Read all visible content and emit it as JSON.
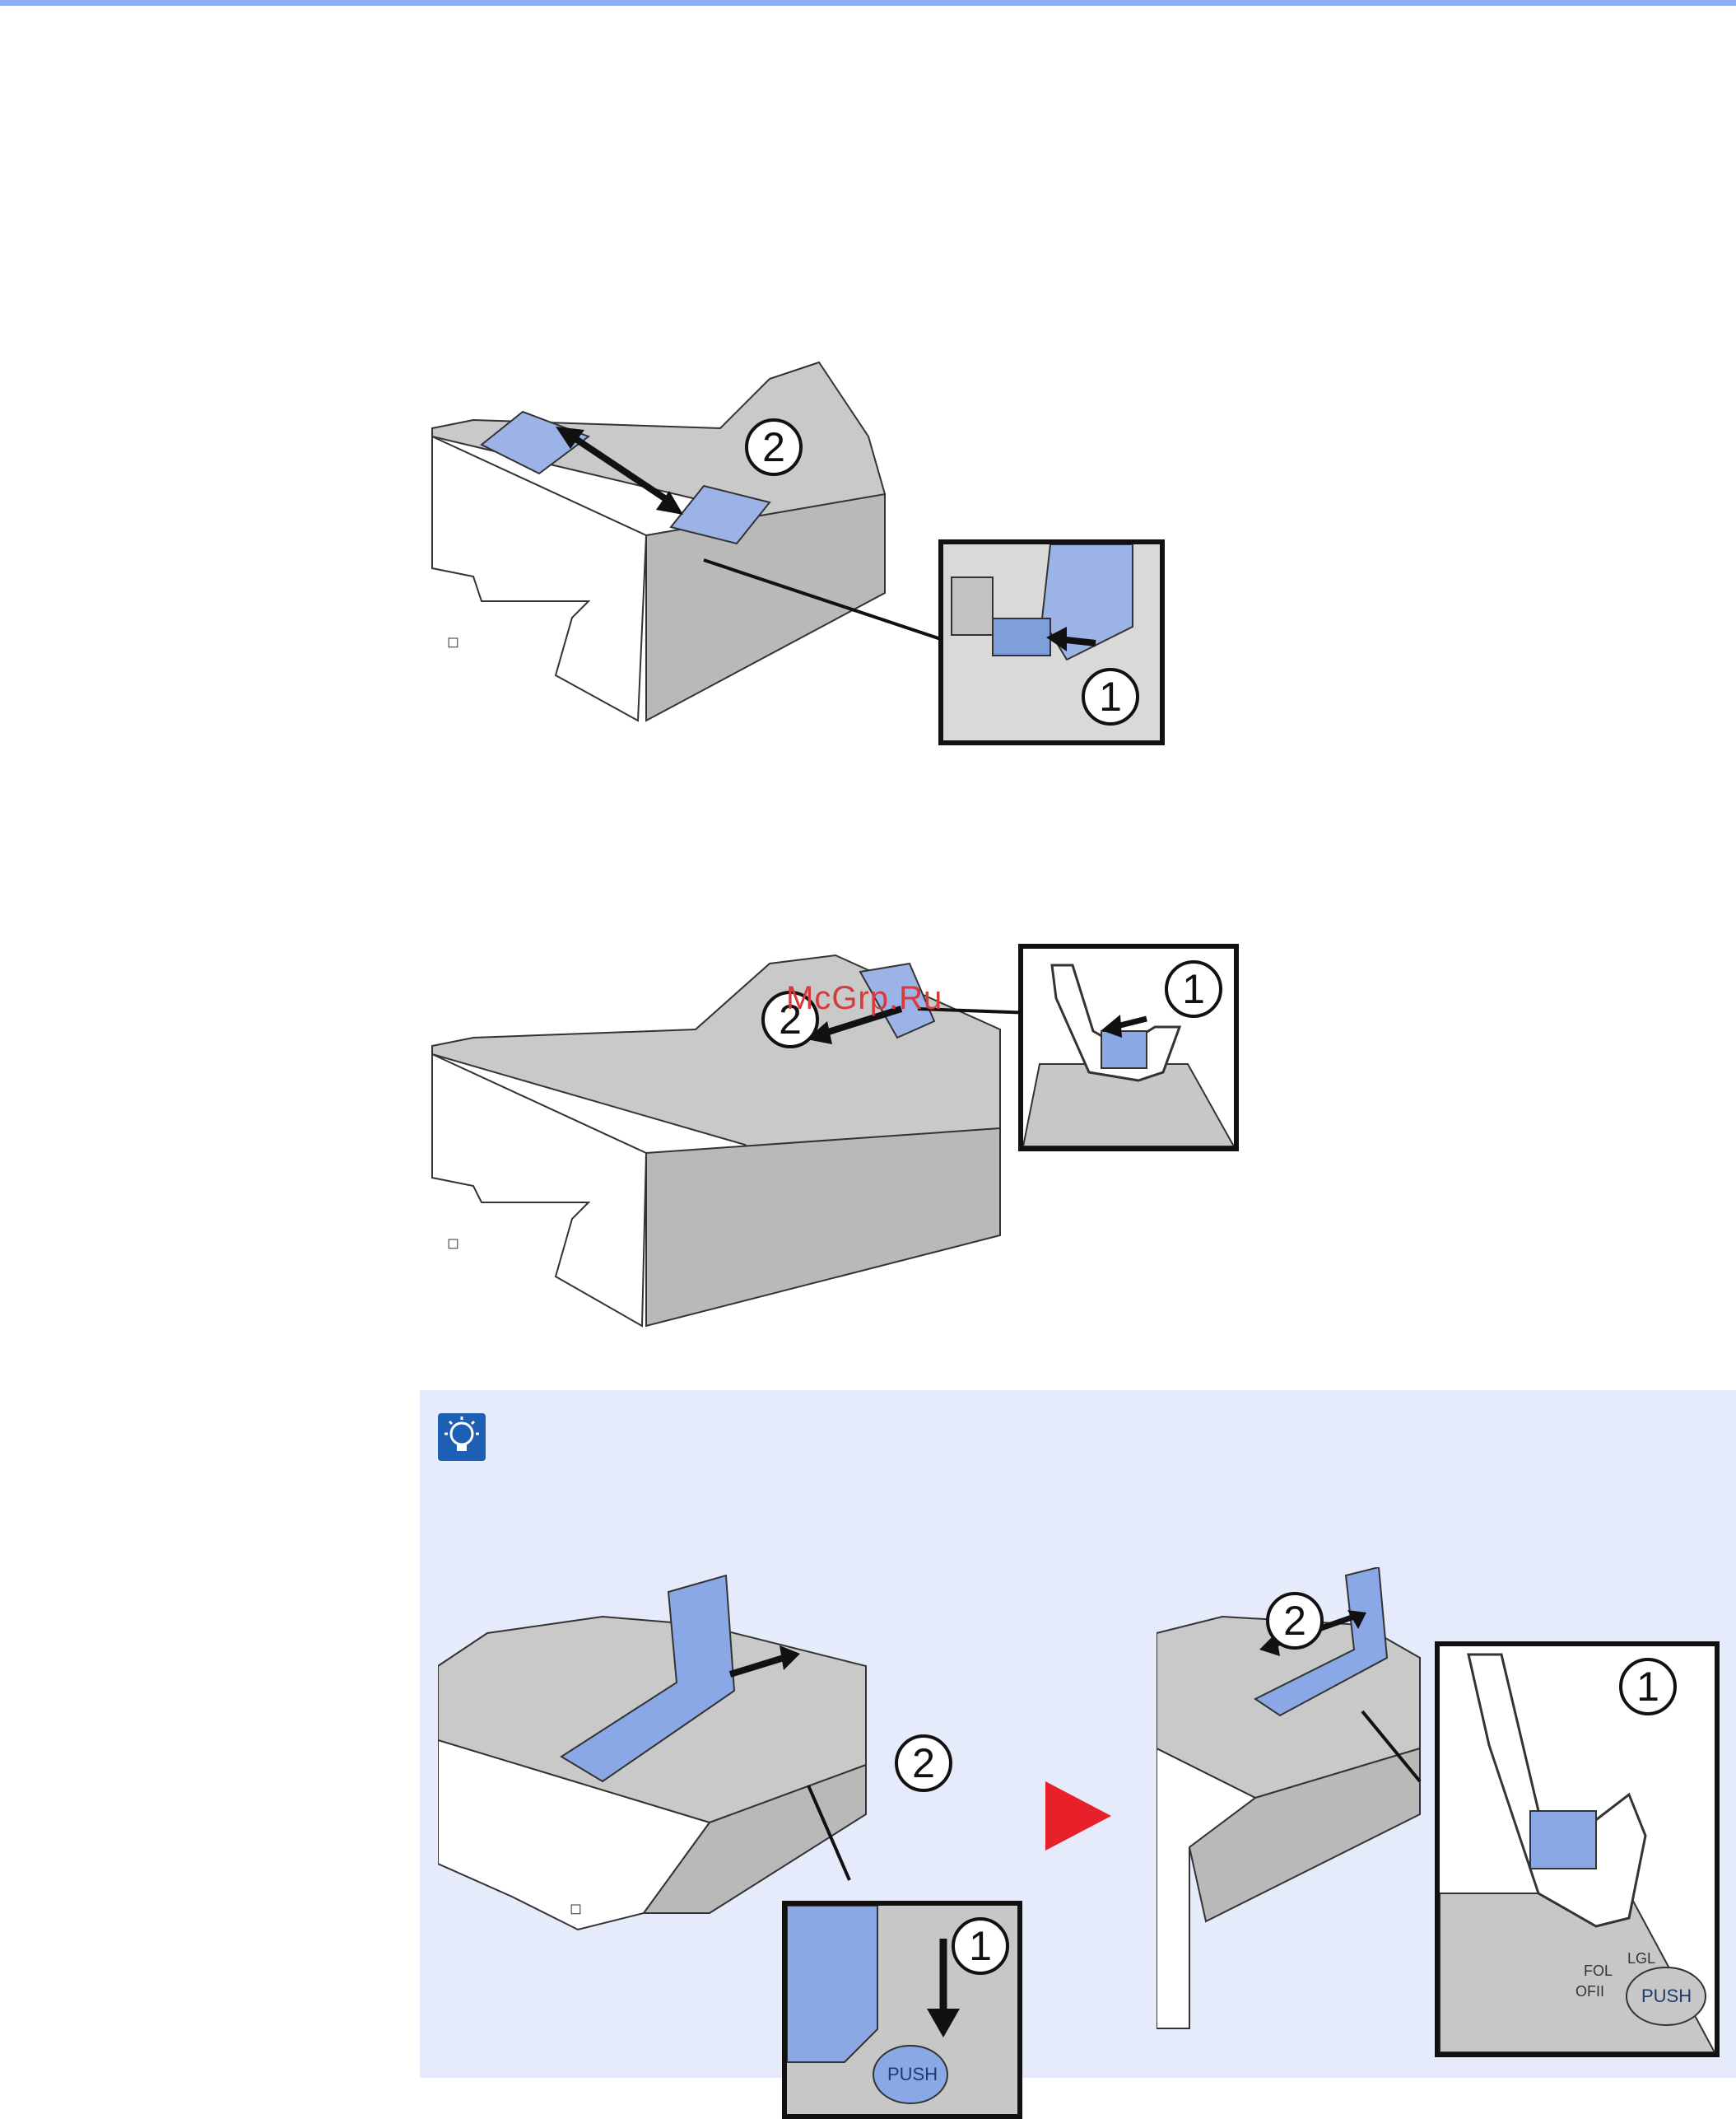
{
  "watermark": "McGrp.Ru",
  "figure1": {
    "callout_a": "2",
    "callout_b": "1"
  },
  "figure2": {
    "callout_a": "2",
    "callout_b": "1"
  },
  "note": {
    "icon": "lightbulb-icon",
    "left_figure": {
      "callout_a": "2",
      "callout_b": "1",
      "push_label": "PUSH"
    },
    "right_figure": {
      "callout_a": "2",
      "callout_b": "1",
      "push_label": "PUSH",
      "size_labels": [
        "LGL",
        "FOL",
        "OFII"
      ]
    },
    "arrow_icon": "play-triangle-icon"
  },
  "colors": {
    "accent_blue": "#8aa8e6",
    "note_bg": "#e5ebfa",
    "arrow_red": "#e8202a",
    "rule": "#8eb0f0"
  }
}
